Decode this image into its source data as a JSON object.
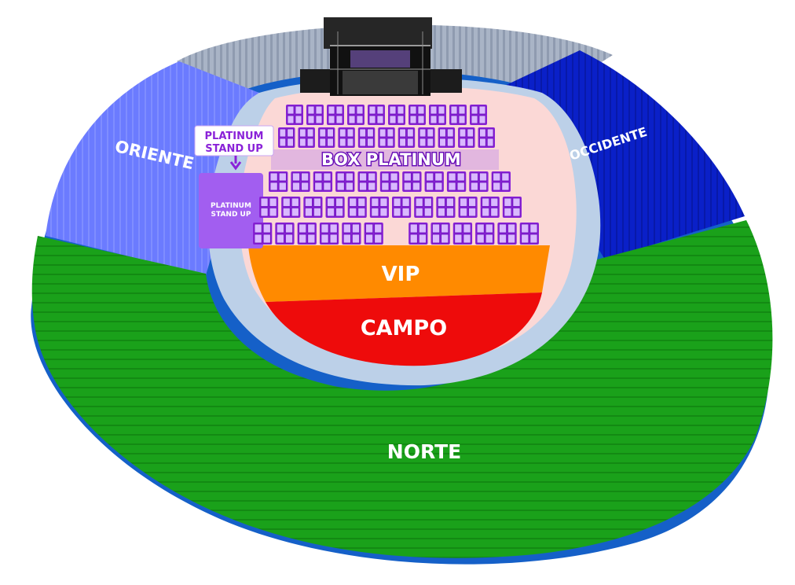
{
  "sections": {
    "oriente": {
      "label": "ORIENTE",
      "color": "#6b7bff"
    },
    "occidente": {
      "label": "OCCIDENTE",
      "color": "#0a20c8"
    },
    "norte": {
      "label": "NORTE",
      "color": "#1aa11a"
    },
    "vip": {
      "label": "VIP",
      "color": "#ff8a00"
    },
    "campo": {
      "label": "CAMPO",
      "color": "#ee0b0b"
    },
    "box_platinum": {
      "label": "BOX PLATINUM",
      "color": "#8a22d8"
    },
    "platinum_stand_up": {
      "label_line1": "PLATINUM",
      "label_line2": "STAND UP",
      "color": "#a25ef0"
    }
  },
  "stage": {
    "icon": "stage-icon"
  }
}
